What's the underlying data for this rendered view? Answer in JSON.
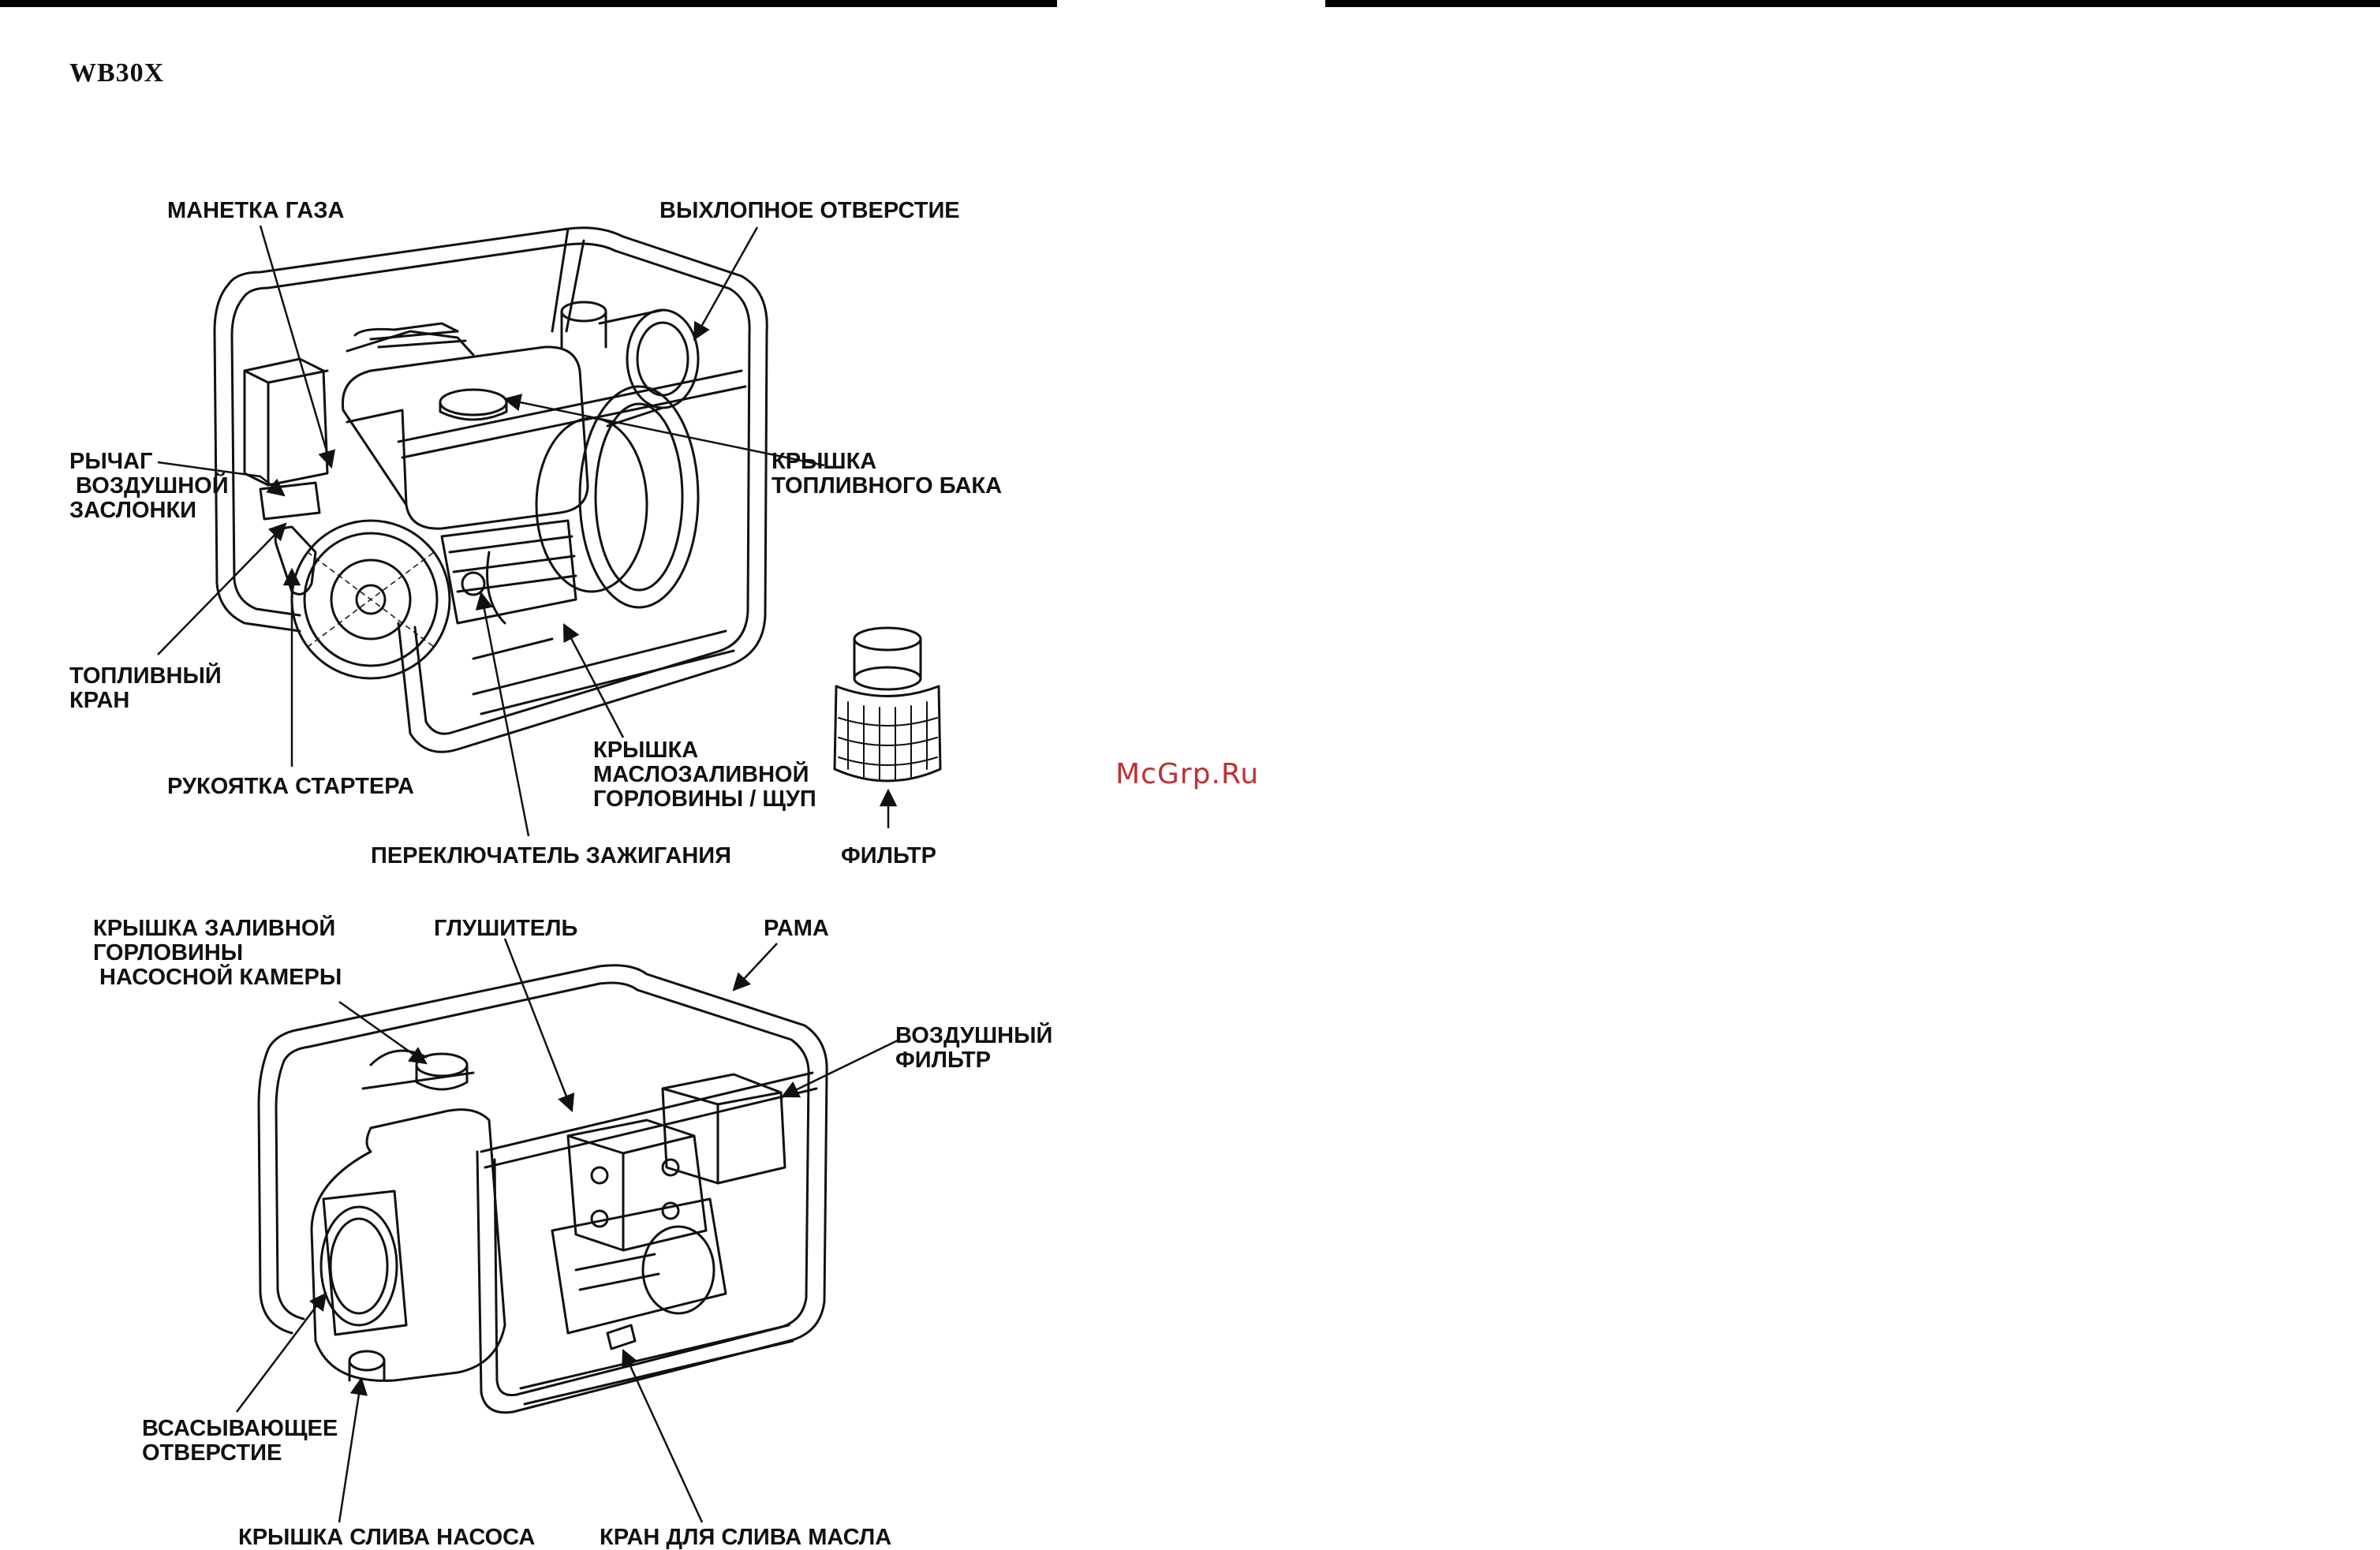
{
  "header": {
    "model": "WB30X"
  },
  "watermark": "McGrp.Ru",
  "figure_top": {
    "labels": {
      "throttle": "МАНЕТКА ГАЗА",
      "exhaust": "ВЫХЛОПНОЕ ОТВЕРСТИЕ",
      "choke": "РЫЧАГ\n ВОЗДУШНОЙ\nЗАСЛОНКИ",
      "fuel_cap": "КРЫШКА\nТОПЛИВНОГО БАКА",
      "fuel_valve": "ТОПЛИВНЫЙ\nКРАН",
      "starter": "РУКОЯТКА СТАРТЕРА",
      "oil_cap": "КРЫШКА\nМАСЛОЗАЛИВНОЙ\nГОРЛОВИНЫ / ЩУП",
      "ignition": "ПЕРЕКЛЮЧАТЕЛЬ ЗАЖИГАНИЯ",
      "filter": "ФИЛЬТР"
    }
  },
  "figure_bottom": {
    "labels": {
      "priming_cap": "КРЫШКА ЗАЛИВНОЙ\nГОРЛОВИНЫ\n НАСОСНОЙ КАМЕРЫ",
      "muffler": "ГЛУШИТЕЛЬ",
      "frame": "РАМА",
      "air_filter": "ВОЗДУШНЫЙ\nФИЛЬТР",
      "suction": "ВСАСЫВАЮЩЕЕ\nОТВЕРСТИЕ",
      "pump_drain": "КРЫШКА СЛИВА НАСОСА",
      "oil_drain": "КРАН ДЛЯ СЛИВА МАСЛА"
    }
  }
}
